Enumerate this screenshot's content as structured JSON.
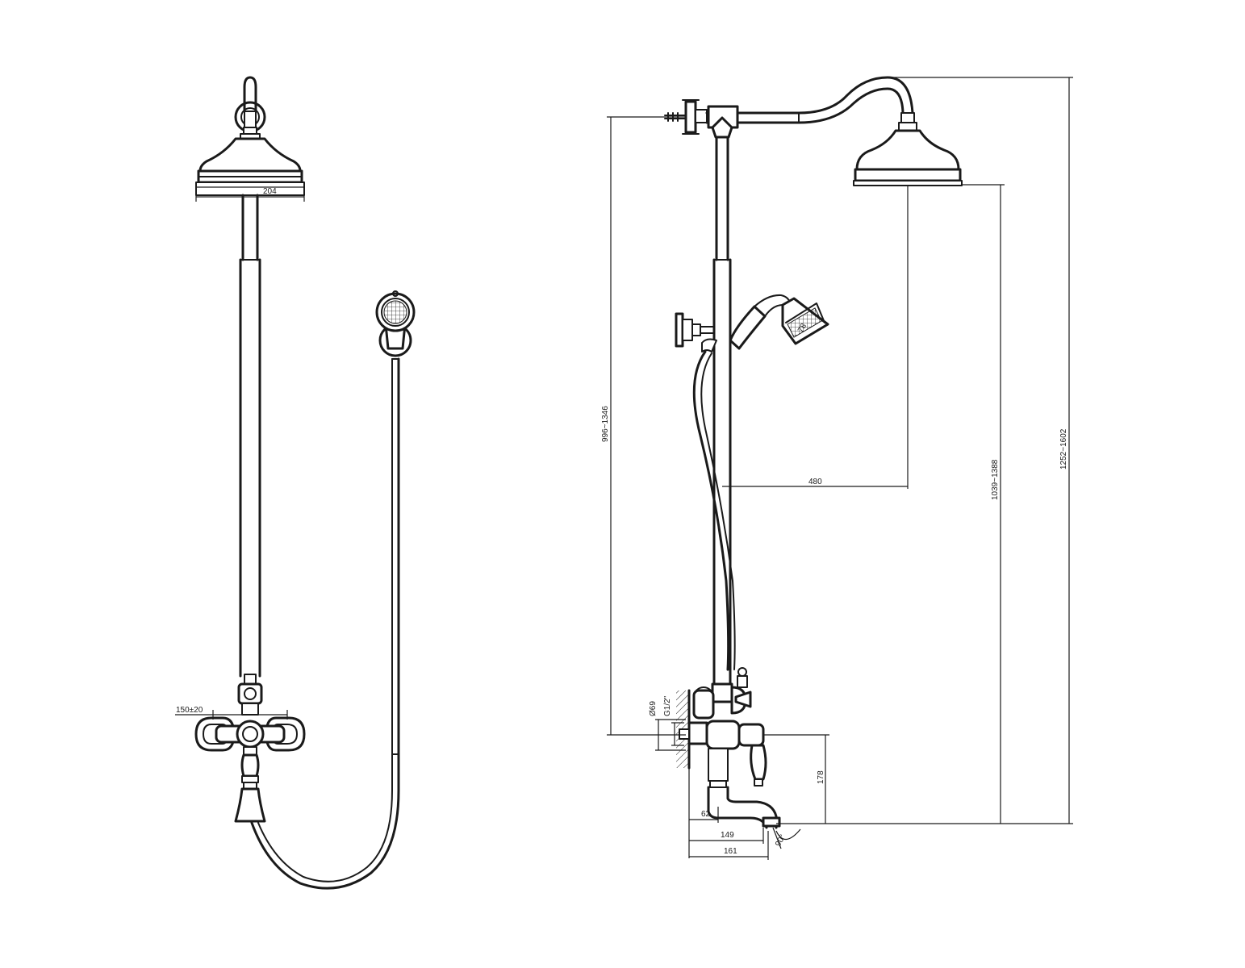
{
  "dimensions": {
    "head_diameter": "204",
    "wall_centers": "150±20",
    "handshower_diameter": "78",
    "arm_reach": "480",
    "wall_to_arm": "996~1346",
    "head_height": "1039~1388",
    "overall_height": "1252~1602",
    "spout_height": "178",
    "body_offset": "62",
    "spout_reach_a": "149",
    "spout_reach_b": "161",
    "swivel_angle": "90°",
    "inlet_diameter": "Ø69",
    "thread": "G1/2\""
  },
  "colors": {
    "line": "#1a1a1a",
    "background": "#ffffff"
  }
}
